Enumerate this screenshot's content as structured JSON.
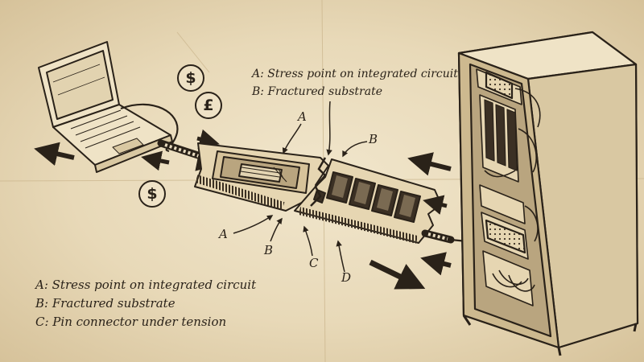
{
  "legend_top": [
    "A: Stress point on integrated circuit",
    "B: Fractured substrate"
  ],
  "legend_bottom": [
    "A: Stress point on integrated circuit",
    "B: Fractured substrate",
    "C: Pin connector under tension"
  ],
  "callouts": {
    "a_top": "A",
    "b_top": "B",
    "a_bottom": "A",
    "b_bottom": "B",
    "c_bottom": "C",
    "d_bottom": "D"
  },
  "currency": {
    "dollar_top": "$",
    "pound": "£",
    "dollar_bottom": "$"
  },
  "colors": {
    "paper": "#e9dcc0",
    "ink": "#2a2219"
  },
  "icons": [
    "laptop-icon",
    "server-rack-icon",
    "memory-module-icon",
    "arrow-icon",
    "dollar-icon",
    "pound-icon"
  ]
}
